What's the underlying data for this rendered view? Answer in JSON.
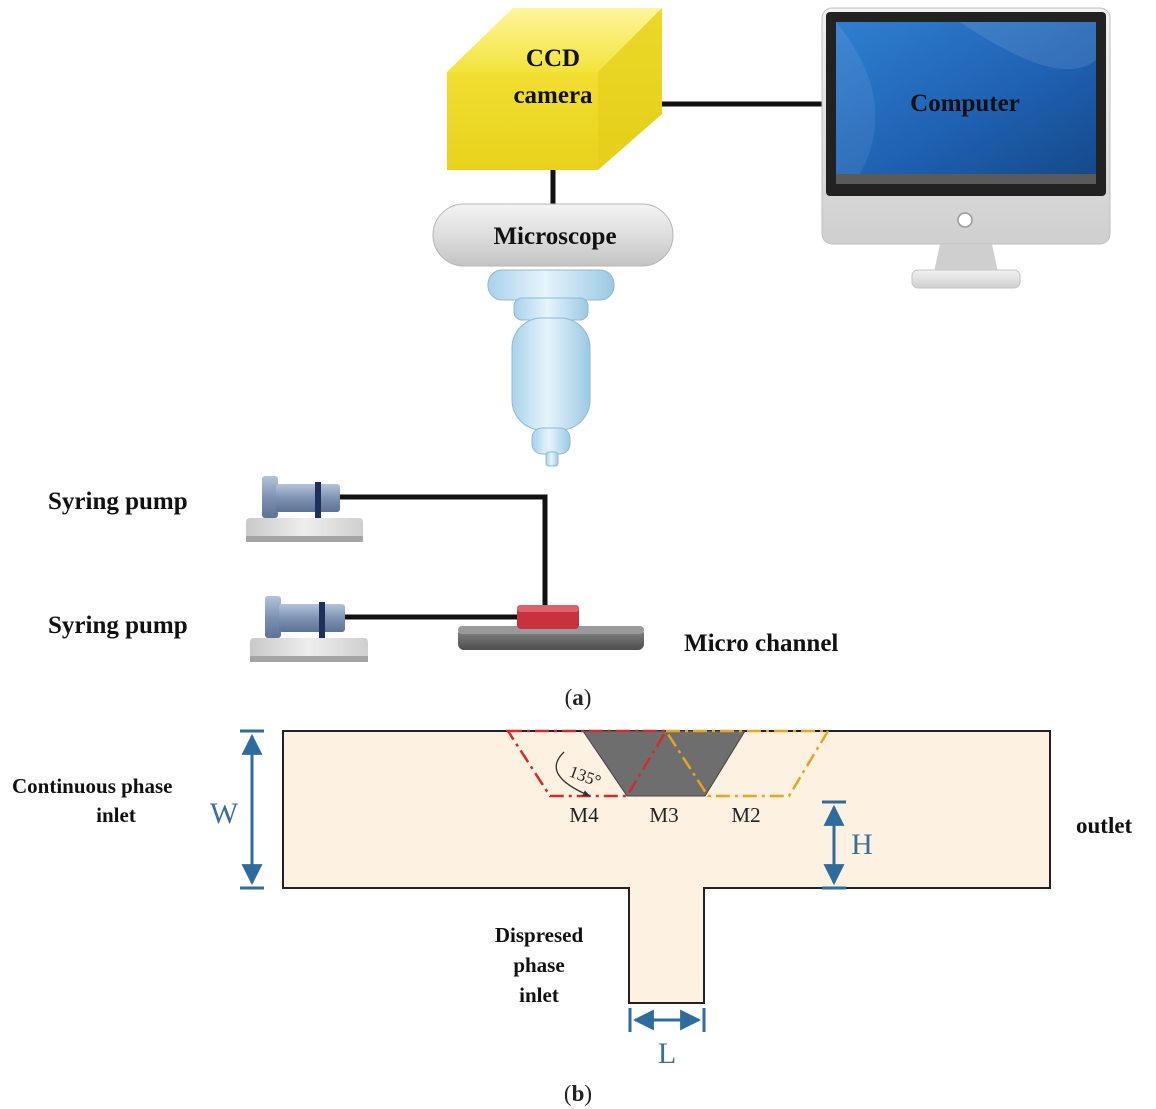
{
  "panel_a": {
    "camera_line1": "CCD",
    "camera_line2": "camera",
    "computer": "Computer",
    "microscope": "Microscope",
    "pump1": "Syring pump",
    "pump2": "Syring pump",
    "micro_channel": "Micro channel",
    "caption_open": "(",
    "caption_letter": "a",
    "caption_close": ")"
  },
  "panel_b": {
    "continuous_line1": "Continuous phase",
    "continuous_line2": "inlet",
    "outlet": "outlet",
    "dispersed_line1": "Dispresed",
    "dispersed_line2": "phase",
    "dispersed_line3": "inlet",
    "width_symbol": "W",
    "height_symbol": "H",
    "length_symbol": "L",
    "angle": "135°",
    "m4": "M4",
    "m3": "M3",
    "m2": "M2",
    "caption_open": "(",
    "caption_letter": "b",
    "caption_close": ")"
  },
  "colors": {
    "channel_fill": "#fdf2e2",
    "camera_yellow": "#f7e84a",
    "monitor_blue": "#1e5fb0",
    "dim_blue": "#2d6c9c",
    "m4_red": "#d42a2a",
    "m2_orange": "#e6a420",
    "m3_gray": "#6e6e6e",
    "chip_red": "#c8323f"
  }
}
